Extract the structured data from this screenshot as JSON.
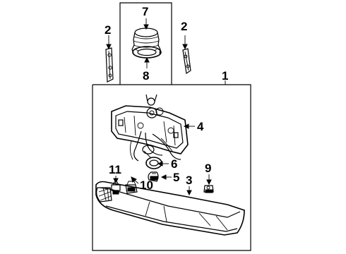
{
  "callouts": {
    "c1": "1",
    "c2_left": "2",
    "c2_right": "2",
    "c3": "3",
    "c4": "4",
    "c5": "5",
    "c6": "6",
    "c7": "7",
    "c8": "8",
    "c9": "9",
    "c10": "10",
    "c11": "11"
  },
  "colors": {
    "ink": "#000000",
    "paper": "#ffffff"
  }
}
